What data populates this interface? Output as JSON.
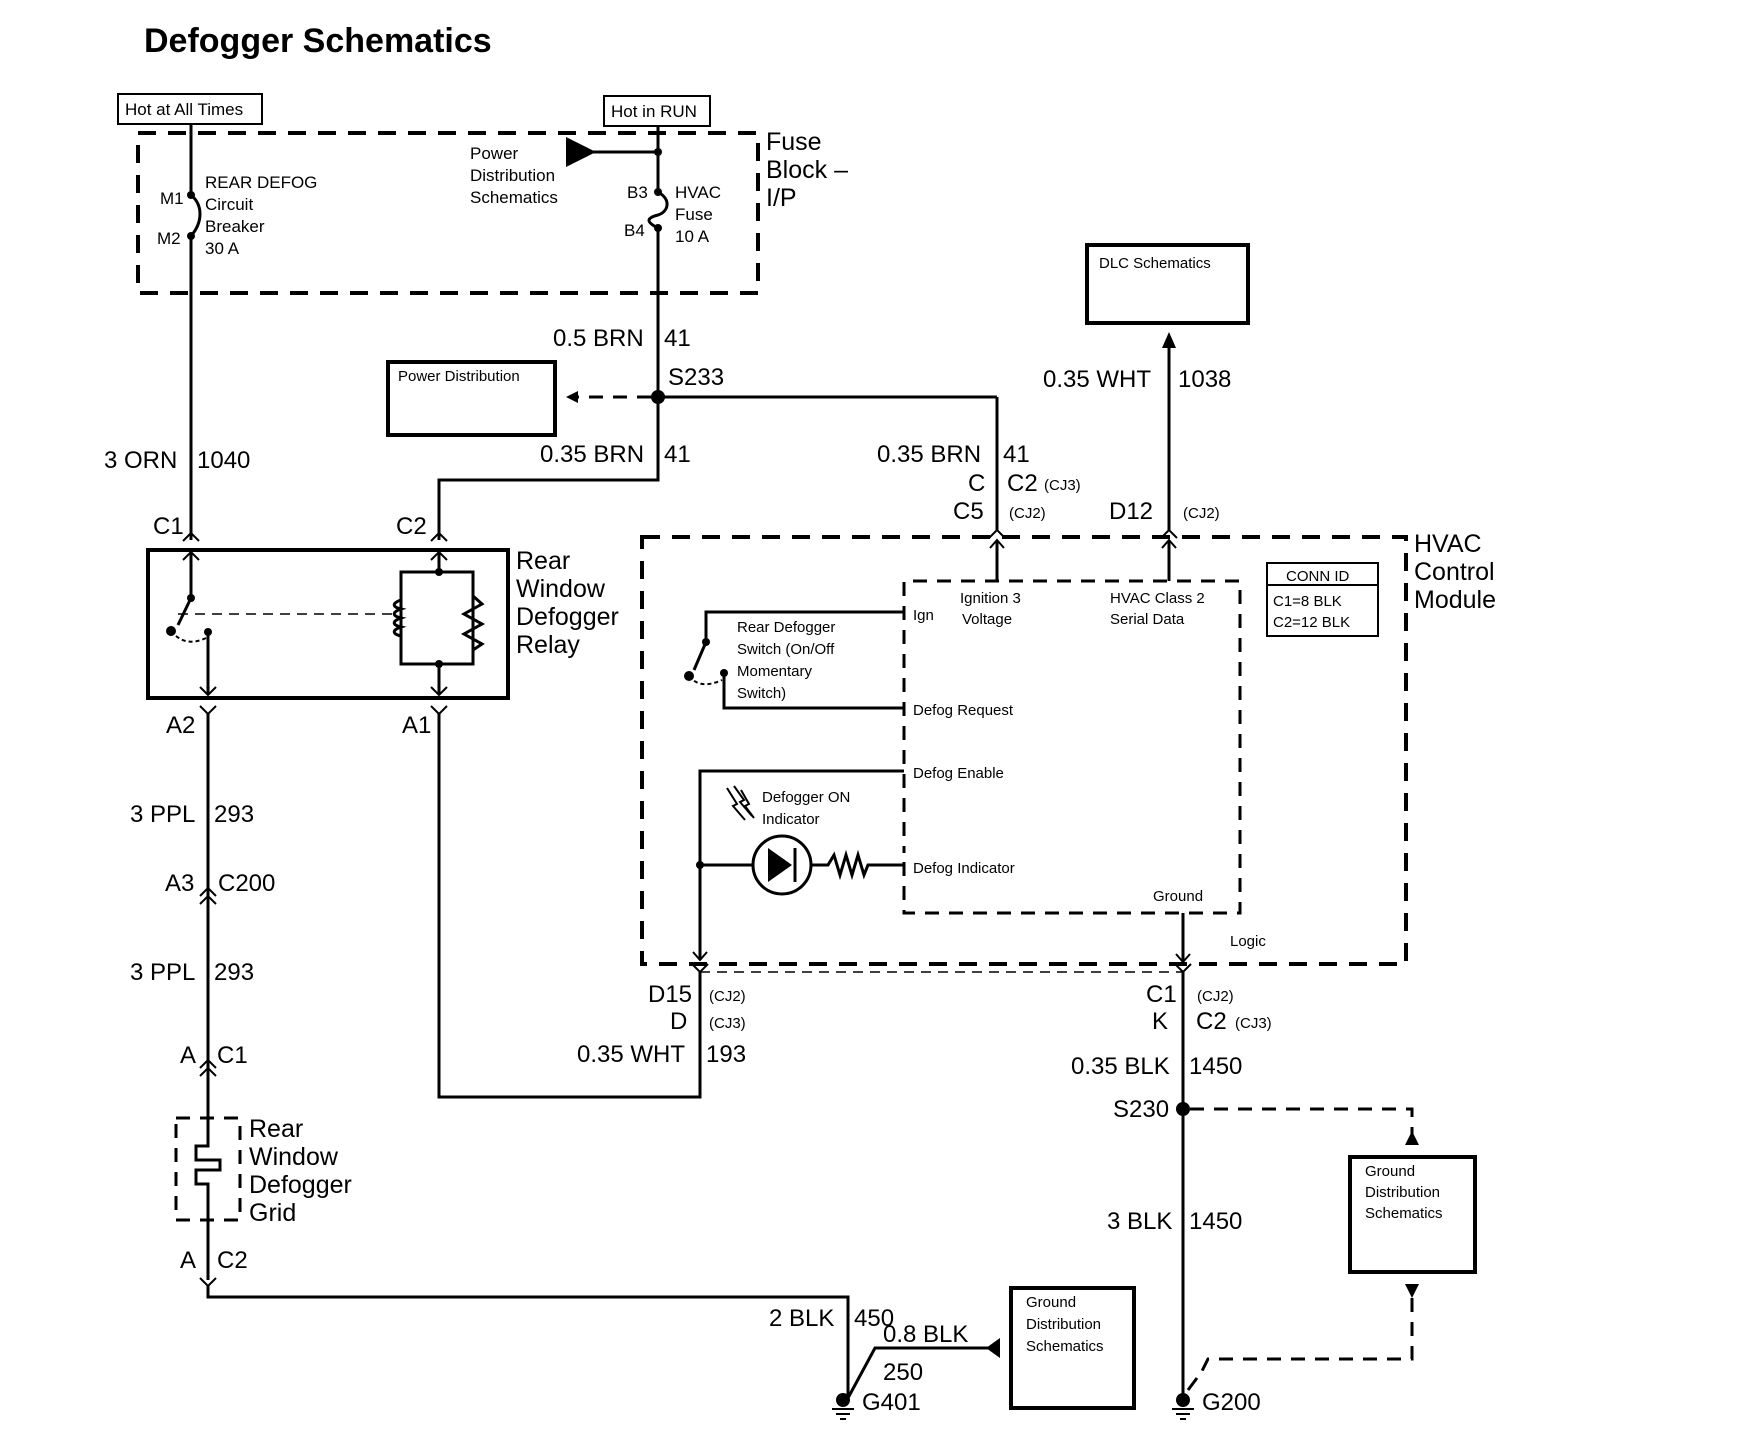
{
  "title": "Defogger Schematics",
  "colors": {
    "ink": "#000000",
    "background": "#ffffff"
  },
  "power_sources": {
    "hot_at_all_times": "Hot at All Times",
    "hot_in_run": "Hot in RUN"
  },
  "fuse_block": {
    "label_lines": [
      "Fuse",
      "Block –",
      "I/P"
    ],
    "circuit_breaker": {
      "pin_top": "M1",
      "pin_bottom": "M2",
      "label_lines": [
        "REAR DEFOG",
        "Circuit",
        "Breaker",
        "30 A"
      ]
    },
    "fuse": {
      "pin_top": "B3",
      "pin_bottom": "B4",
      "label_lines": [
        "HVAC",
        "Fuse",
        "10 A"
      ]
    },
    "power_dist_ref_lines": [
      "Power",
      "Distribution",
      "Schematics"
    ]
  },
  "wires": {
    "w_brn_05": {
      "gauge_color": "0.5 BRN",
      "circuit": "41"
    },
    "w_brn_035_relay": {
      "gauge_color": "0.35 BRN",
      "circuit": "41"
    },
    "w_brn_035_hvac": {
      "gauge_color": "0.35 BRN",
      "circuit": "41"
    },
    "w_orn": {
      "gauge_color": "3 ORN",
      "circuit": "1040"
    },
    "w_wht_dlc": {
      "gauge_color": "0.35 WHT",
      "circuit": "1038"
    },
    "w_ppl_upper": {
      "gauge_color": "3 PPL",
      "circuit": "293"
    },
    "w_ppl_lower": {
      "gauge_color": "3 PPL",
      "circuit": "293"
    },
    "w_wht_enable": {
      "gauge_color": "0.35 WHT",
      "circuit": "193"
    },
    "w_blk_035": {
      "gauge_color": "0.35 BLK",
      "circuit": "1450"
    },
    "w_blk_3": {
      "gauge_color": "3 BLK",
      "circuit": "1450"
    },
    "w_blk_2": {
      "gauge_color": "2 BLK",
      "circuit": "450"
    },
    "w_blk_08": {
      "gauge_color": "0.8 BLK",
      "circuit": "250"
    }
  },
  "splices": {
    "s233": "S233",
    "s230": "S230"
  },
  "grounds": {
    "g401": "G401",
    "g200": "G200"
  },
  "refs": {
    "power_distribution": "Power Distribution",
    "dlc": "DLC Schematics",
    "ground_dist_lines": [
      "Ground",
      "Distribution",
      "Schematics"
    ]
  },
  "relay": {
    "label_lines": [
      "Rear",
      "Window",
      "Defogger",
      "Relay"
    ],
    "pins": {
      "c1": "C1",
      "c2": "C2",
      "a2": "A2",
      "a1": "A1"
    }
  },
  "connectors": {
    "c200_pin": "A3",
    "c200": "C200",
    "grid_top_pin": "A",
    "grid_top": "C1",
    "grid_bottom_pin": "A",
    "grid_bottom": "C2"
  },
  "grid": {
    "label_lines": [
      "Rear",
      "Window",
      "Defogger",
      "Grid"
    ]
  },
  "hvac_module": {
    "label_lines": [
      "HVAC",
      "Control",
      "Module"
    ],
    "conn_id": {
      "header": "CONN ID",
      "rows": [
        "C1=8 BLK",
        "C2=12 BLK"
      ]
    },
    "pins": {
      "ign_c": "C",
      "ign_c2": "C2",
      "ign_cj3": "(CJ3)",
      "ign_c5": "C5",
      "ign_cj2": "(CJ2)",
      "dlc_d12": "D12",
      "dlc_cj2": "(CJ2)",
      "enable_d15": "D15",
      "enable_cj2": "(CJ2)",
      "enable_d": "D",
      "enable_cj3": "(CJ3)",
      "gnd_c1": "C1",
      "gnd_cj2": "(CJ2)",
      "gnd_k": "K",
      "gnd_c2": "C2",
      "gnd_cj3": "(CJ3)"
    },
    "internal": {
      "ign3_lines": [
        "Ignition 3",
        "Voltage"
      ],
      "class2_lines": [
        "HVAC Class 2",
        "Serial Data"
      ],
      "ign": "Ign",
      "defog_request": "Defog Request",
      "defog_enable": "Defog Enable",
      "defog_indicator": "Defog Indicator",
      "ground": "Ground",
      "logic": "Logic",
      "switch_lines": [
        "Rear Defogger",
        "Switch (On/Off",
        "Momentary",
        "Switch)"
      ],
      "indicator_lines": [
        "Defogger ON",
        "Indicator"
      ]
    }
  }
}
